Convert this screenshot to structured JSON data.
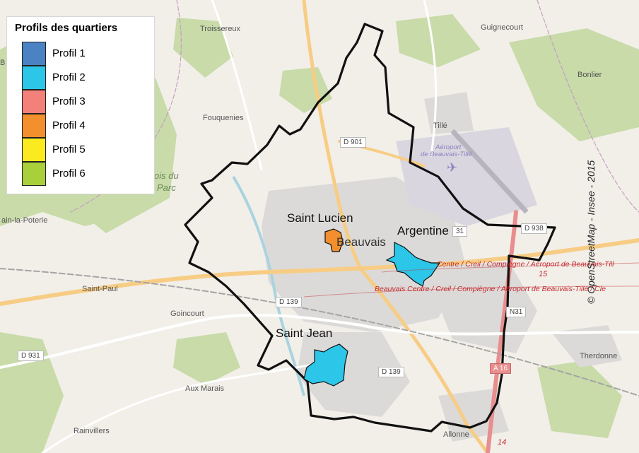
{
  "legend": {
    "title": "Profils des quartiers",
    "items": [
      {
        "label": "Profil 1",
        "color": "#4a82c4"
      },
      {
        "label": "Profil 2",
        "color": "#2cc6e8"
      },
      {
        "label": "Profil 3",
        "color": "#f4807a"
      },
      {
        "label": "Profil 4",
        "color": "#f38f2c"
      },
      {
        "label": "Profil 5",
        "color": "#fbea1f"
      },
      {
        "label": "Profil 6",
        "color": "#a9cf3a"
      }
    ]
  },
  "districts": [
    {
      "name": "Saint Lucien",
      "profile": "Profil 4",
      "color": "#f38f2c"
    },
    {
      "name": "Argentine",
      "profile": "Profil 2",
      "color": "#2cc6e8"
    },
    {
      "name": "Saint Jean",
      "profile": "Profil 2",
      "color": "#2cc6e8"
    }
  ],
  "place_labels": {
    "troissereux": "Troissereux",
    "guignecourt": "Guignecourt",
    "bonlier": "Bonlier",
    "fouquenies": "Fouquenies",
    "tille": "Tillé",
    "aeroport": "Aéroport",
    "aeroport2": "de Beauvais-Tillé",
    "bois": "ois du",
    "parc": "Parc",
    "poterie": "ain-la-Poterie",
    "beauvais": "Beauvais",
    "saint_paul": "Saint-Paul",
    "goincourt": "Goincourt",
    "therdonne": "Therdonne",
    "aux_marais": "Aux Marais",
    "rainvillers": "Rainvillers",
    "allonne": "Allonne",
    "edge_b": "B"
  },
  "road_labels": {
    "d901": "D 901",
    "d938": "D 938",
    "d139a": "D 139",
    "d139b": "D 139",
    "d931": "D 931",
    "a16": "A 16",
    "n31": "N31",
    "n31b": "31"
  },
  "bus_lines": {
    "line1": "Centre / Creil / Compiègne / Aéroport de Beauvais-Till",
    "line2": "Beauvais Centre / Creil / Compiègne / Aéroport de Beauvais-Tillé / Cle",
    "n15": "15",
    "n14": "14"
  },
  "credit": "© OpenStreetMap - Insee - 2015",
  "colors": {
    "boundary": "#111111",
    "land": "#f2efe9",
    "forest": "#c8dba9",
    "urban": "#dcdad8",
    "major_road": "#f7cd85",
    "bus_route": "#c4282e"
  }
}
